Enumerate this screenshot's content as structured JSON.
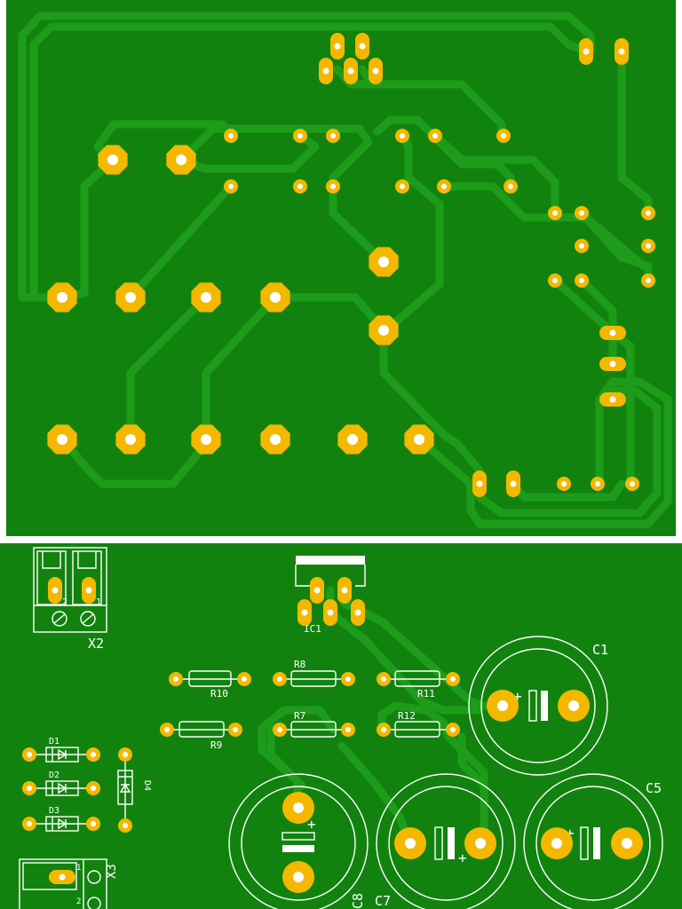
{
  "colors": {
    "board": "#12820f",
    "trace": "#1d9c1a",
    "pad": "#f5b800",
    "hole": "#ffffff",
    "silk": "#ffffff",
    "divider": "#ffffff"
  },
  "boards": [
    {
      "name": "bottom-copper-view"
    },
    {
      "name": "top-component-view"
    }
  ],
  "labels": {
    "X2": "X2",
    "X2_pin2": "2",
    "X2_pin1": "1",
    "X3": "X3",
    "X3_pin1": "1",
    "X3_pin2": "2",
    "IC1": "IC1",
    "R8": "R8",
    "R10": "R10",
    "R11": "R11",
    "R7": "R7",
    "R9": "R9",
    "R12": "R12",
    "D1": "D1",
    "D2": "D2",
    "D3": "D3",
    "D4": "D4",
    "C1": "C1",
    "C5": "C5",
    "C7": "C7",
    "C8": "C8"
  }
}
